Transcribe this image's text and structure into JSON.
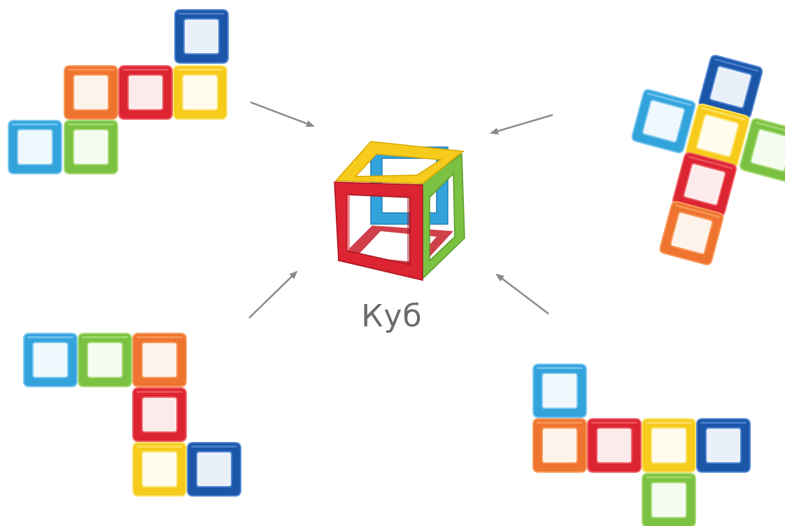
{
  "caption": "Куб",
  "colors": {
    "blue": {
      "fill": "#1c56a8",
      "light": "#4f86d2"
    },
    "orange": {
      "fill": "#ee7430",
      "light": "#f79b5e"
    },
    "red": {
      "fill": "#dc2432",
      "light": "#ef5a63"
    },
    "yellow": {
      "fill": "#f7cb1c",
      "light": "#fbe36a"
    },
    "cyan": {
      "fill": "#33a3dc",
      "light": "#7ac8ef"
    },
    "green": {
      "fill": "#7cc242",
      "light": "#a8dc78"
    },
    "arrow": "#8a8a8a"
  },
  "nets": [
    {
      "name": "net-top-left",
      "tiles": [
        "blue",
        "orange",
        "red",
        "yellow",
        "cyan",
        "green"
      ]
    },
    {
      "name": "net-top-right",
      "tiles": [
        "blue",
        "cyan",
        "yellow",
        "green",
        "red",
        "orange"
      ]
    },
    {
      "name": "net-bottom-left",
      "tiles": [
        "cyan",
        "green",
        "orange",
        "red",
        "yellow",
        "blue"
      ]
    },
    {
      "name": "net-bottom-right",
      "tiles": [
        "cyan",
        "orange",
        "red",
        "yellow",
        "blue",
        "green"
      ]
    }
  ]
}
